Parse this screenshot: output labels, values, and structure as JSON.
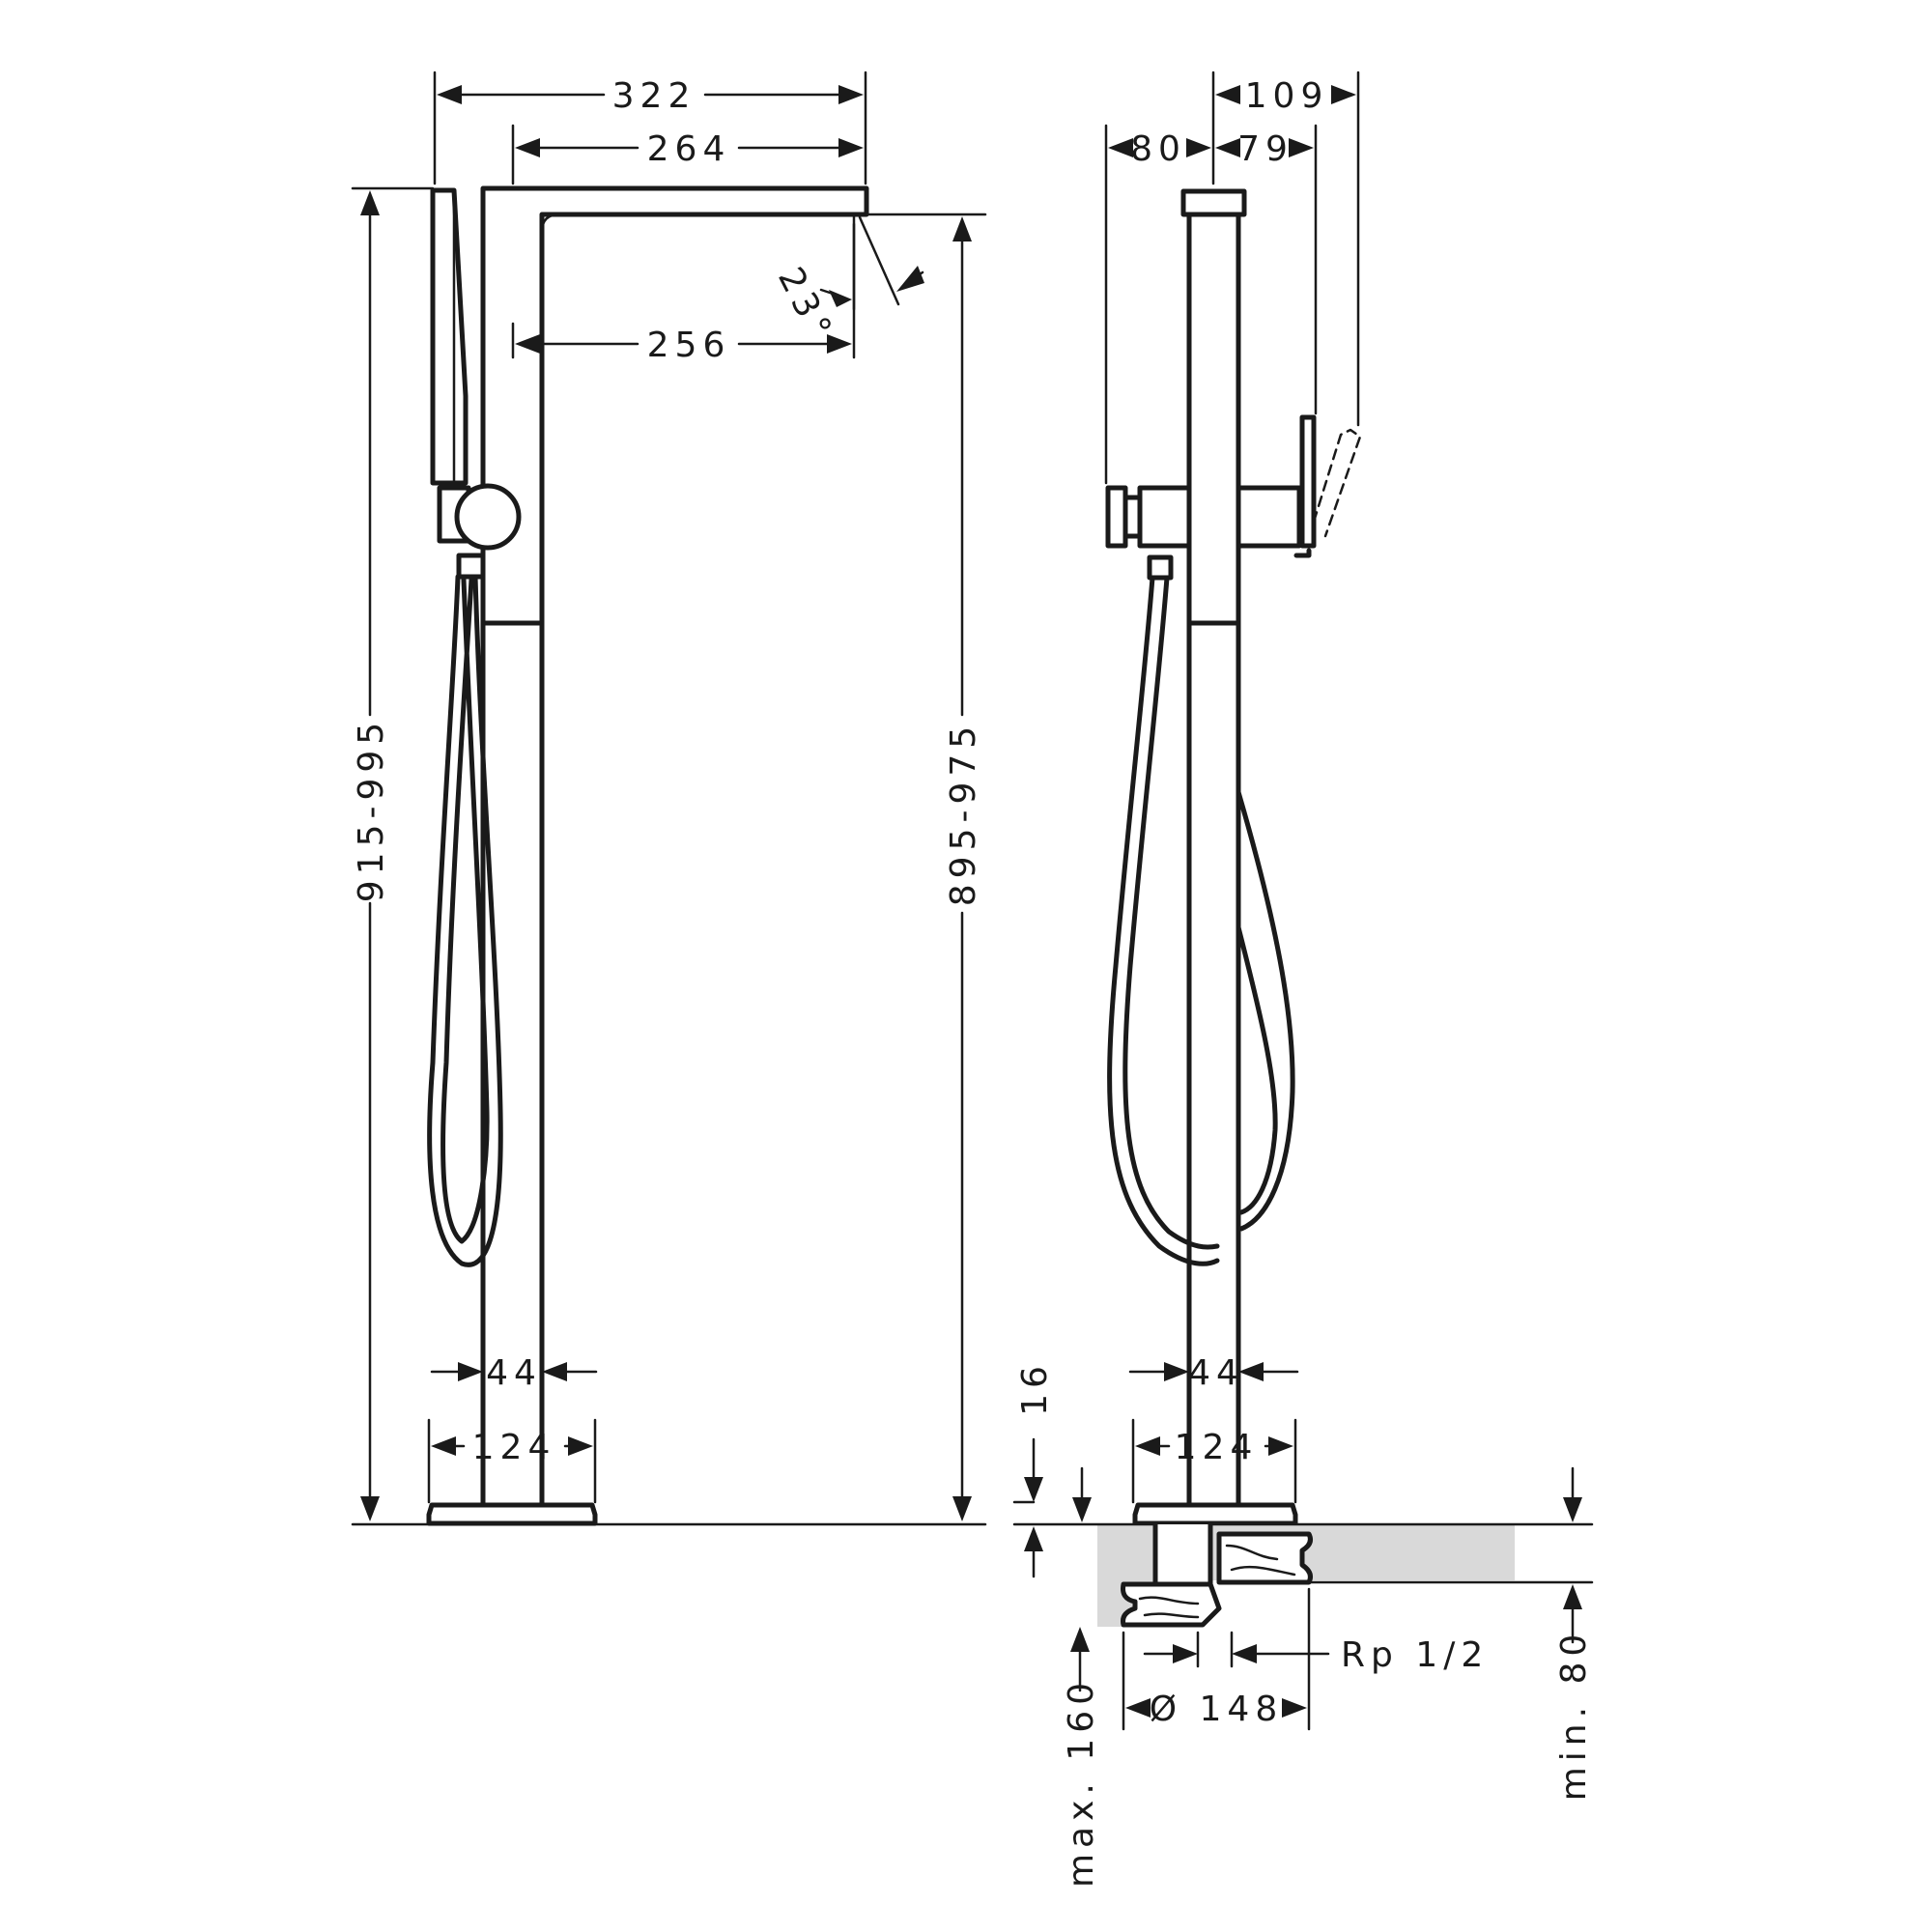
{
  "dimensions": {
    "total_width": "322",
    "spout_reach": "264",
    "spout_outlet_offset": "256",
    "spout_angle": "23°",
    "height_left": "915-995",
    "height_right": "895-975",
    "pipe_diameter_left": "44",
    "base_diameter_left": "124",
    "handle_left": "80",
    "handle_right": "79",
    "handle_total": "109",
    "pipe_diameter_right": "44",
    "base_diameter_right": "124",
    "floor_offset": "16",
    "connection_thread": "Rp 1/2",
    "rough_in_diameter": "Ø 148",
    "max_depth": "max. 160",
    "min_depth": "min. 80"
  }
}
